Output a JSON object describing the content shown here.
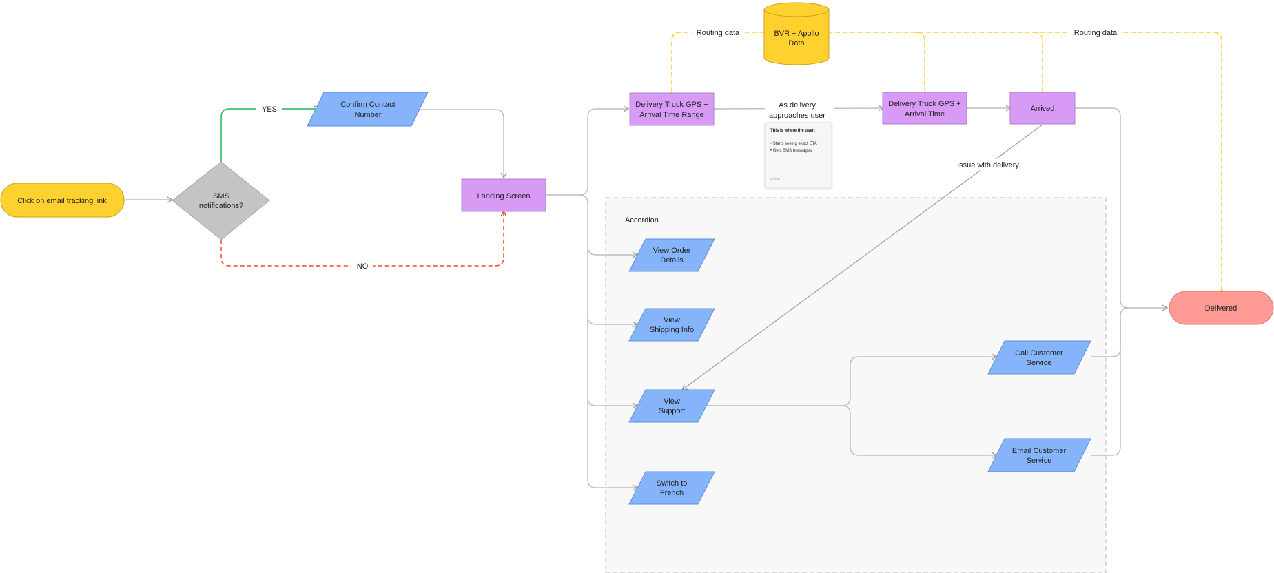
{
  "colors": {
    "start": "#FFD12E",
    "decision": "#C4C4C4",
    "process": "#D79BF6",
    "io": "#85B4FB",
    "end": "#FF9A94",
    "database": "#FFD12E",
    "connector": "#BDBDBD",
    "yes_line": "#1DB954",
    "no_line": "#F24822",
    "routing_line": "#FFD12E",
    "group_fill": "#F8F8F8",
    "group_border": "#C8C8C8"
  },
  "nodes": {
    "start": "Click on email tracking link",
    "decision_line1": "SMS",
    "decision_line2": "notifications?",
    "confirm_line1": "Confirm Contact",
    "confirm_line2": "Number",
    "landing": "Landing Screen",
    "gps_range_line1": "Delivery Truck GPS +",
    "gps_range_line2": "Arrival Time Range",
    "gps_time_line1": "Delivery Truck GPS +",
    "gps_time_line2": "Arrival Time",
    "arrived": "Arrived",
    "delivered": "Delivered",
    "database_line1": "BVR + Apollo",
    "database_line2": "Data",
    "order_line1": "View Order",
    "order_line2": "Details",
    "shipping_line1": "View",
    "shipping_line2": "Shipping Info",
    "support_line1": "View",
    "support_line2": "Support",
    "french_line1": "Switch to",
    "french_line2": "French",
    "call_line1": "Call Customer",
    "call_line2": "Service",
    "email_line1": "Email Customer",
    "email_line2": "Service"
  },
  "labels": {
    "yes": "YES",
    "no": "NO",
    "routing_left": "Routing data",
    "routing_right": "Routing data",
    "approach_line1": "As delivery",
    "approach_line2": "approaches user",
    "issue": "Issue with delivery",
    "accordion": "Accordion"
  },
  "note": {
    "title": "This is where the user:",
    "item1": "• Starts seeing exact ETA",
    "item2": "• Gets SMS messages",
    "footer": "Folder"
  }
}
